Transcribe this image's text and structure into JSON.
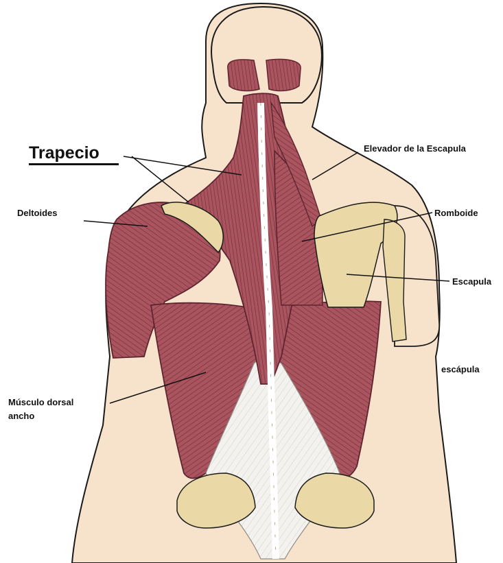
{
  "labels": {
    "trapecio": "Trapecio",
    "deltoides": "Deltoides",
    "elevador": "Elevador de la Escapula",
    "romboide": "Romboide",
    "escapula": "Escapula",
    "escapula_lower": "escápula",
    "dorsal_line1": "Músculo dorsal",
    "dorsal_line2": "ancho"
  },
  "colors": {
    "skin": "#f7e2cc",
    "skin_outline": "#1a1a1a",
    "muscle": "#a9545e",
    "muscle_dark": "#7d3440",
    "muscle_fiber": "#5e2530",
    "bone": "#ead9a6",
    "bone_shadow": "#cdb47a",
    "fascia": "#f4f2ee",
    "leader_line": "#111111"
  }
}
